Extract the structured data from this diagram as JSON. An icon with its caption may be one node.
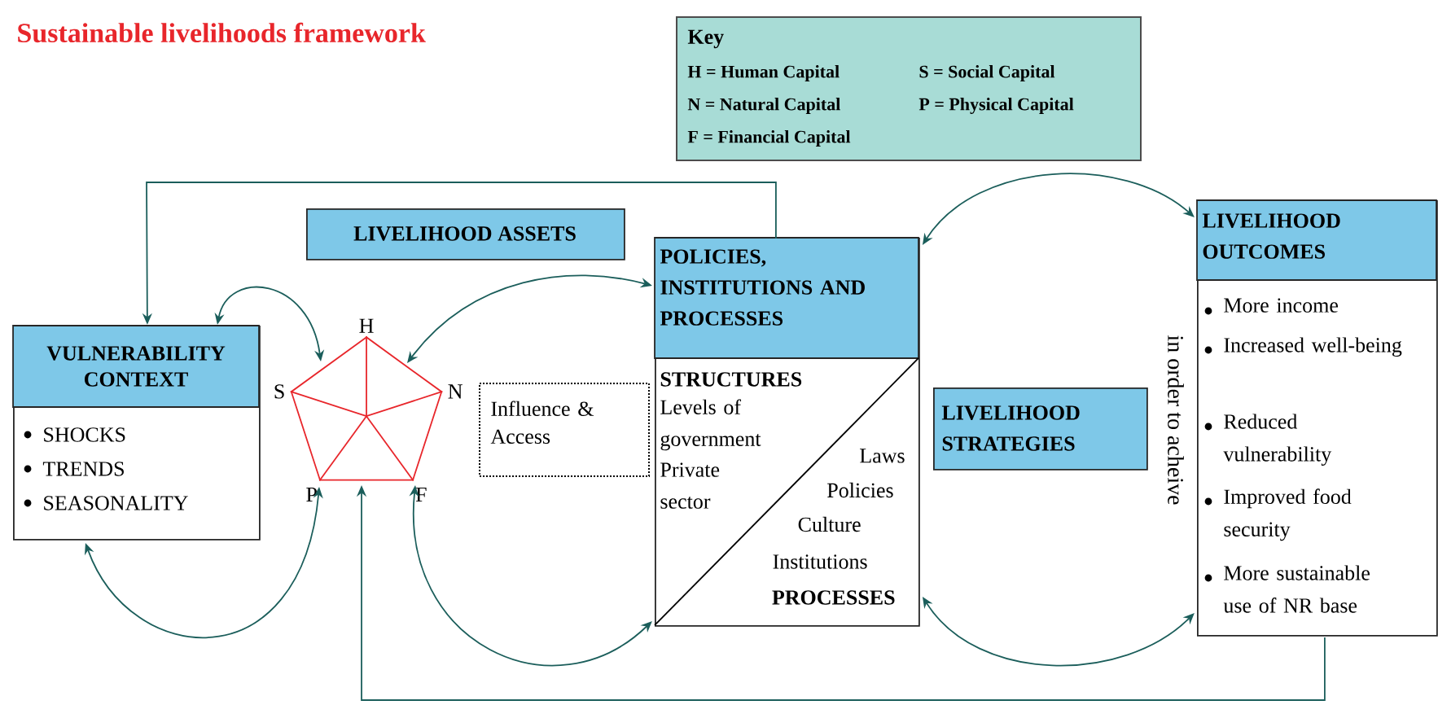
{
  "diagram": {
    "title": "Sustainable livelihoods framework",
    "nodes": [
      {
        "text": [
          "VULNERABILITY CONTEXT",
          "SHOCKS",
          "TRENDS",
          "SEASONALITY"
        ]
      },
      {
        "text": [
          "LIVELIHOOD ASSETS"
        ]
      },
      {
        "text": [],
        "shape": "pentagon",
        "beside": [
          "H",
          "S",
          "N",
          "P",
          "F"
        ]
      },
      {
        "text": [
          "Influence & Access"
        ]
      },
      {
        "text": [
          "POLICIES, INSTITUTIONS AND PROCESSES",
          "STRUCTURES",
          "Levels of government",
          "Private sector",
          "Laws",
          "Policies",
          "Culture",
          "Institutions",
          "PROCESSES"
        ]
      },
      {
        "text": [
          "LIVELIHOOD STRATEGIES"
        ]
      },
      {
        "text": [
          "LIVELIHOOD OUTCOMES",
          "More income",
          "Increased well-being",
          "Reduced vulnerability",
          "Improved food security",
          "More sustainable use of NR base"
        ]
      },
      {
        "text": [
          "Key",
          "H = Human Capital",
          "S = Social Capital",
          "N = Natural Capital",
          "P = Physical Capital",
          "F = Financial Capital"
        ]
      }
    ],
    "edges": [
      {
        "from": 4,
        "to": 0,
        "arrow": "to"
      },
      {
        "from": 6,
        "to": 2,
        "arrow": "to"
      },
      {
        "from": 0,
        "to": 2,
        "arrow": "both"
      },
      {
        "from": 0,
        "to": 2,
        "arrow": "both"
      },
      {
        "from": 2,
        "to": 4,
        "arrow": "both"
      },
      {
        "from": 2,
        "to": 4,
        "arrow": "both"
      },
      {
        "from": 4,
        "to": 6,
        "arrow": "both"
      },
      {
        "from": 4,
        "to": 6,
        "arrow": "both"
      }
    ],
    "labels": [
      "in order to acheive"
    ]
  }
}
